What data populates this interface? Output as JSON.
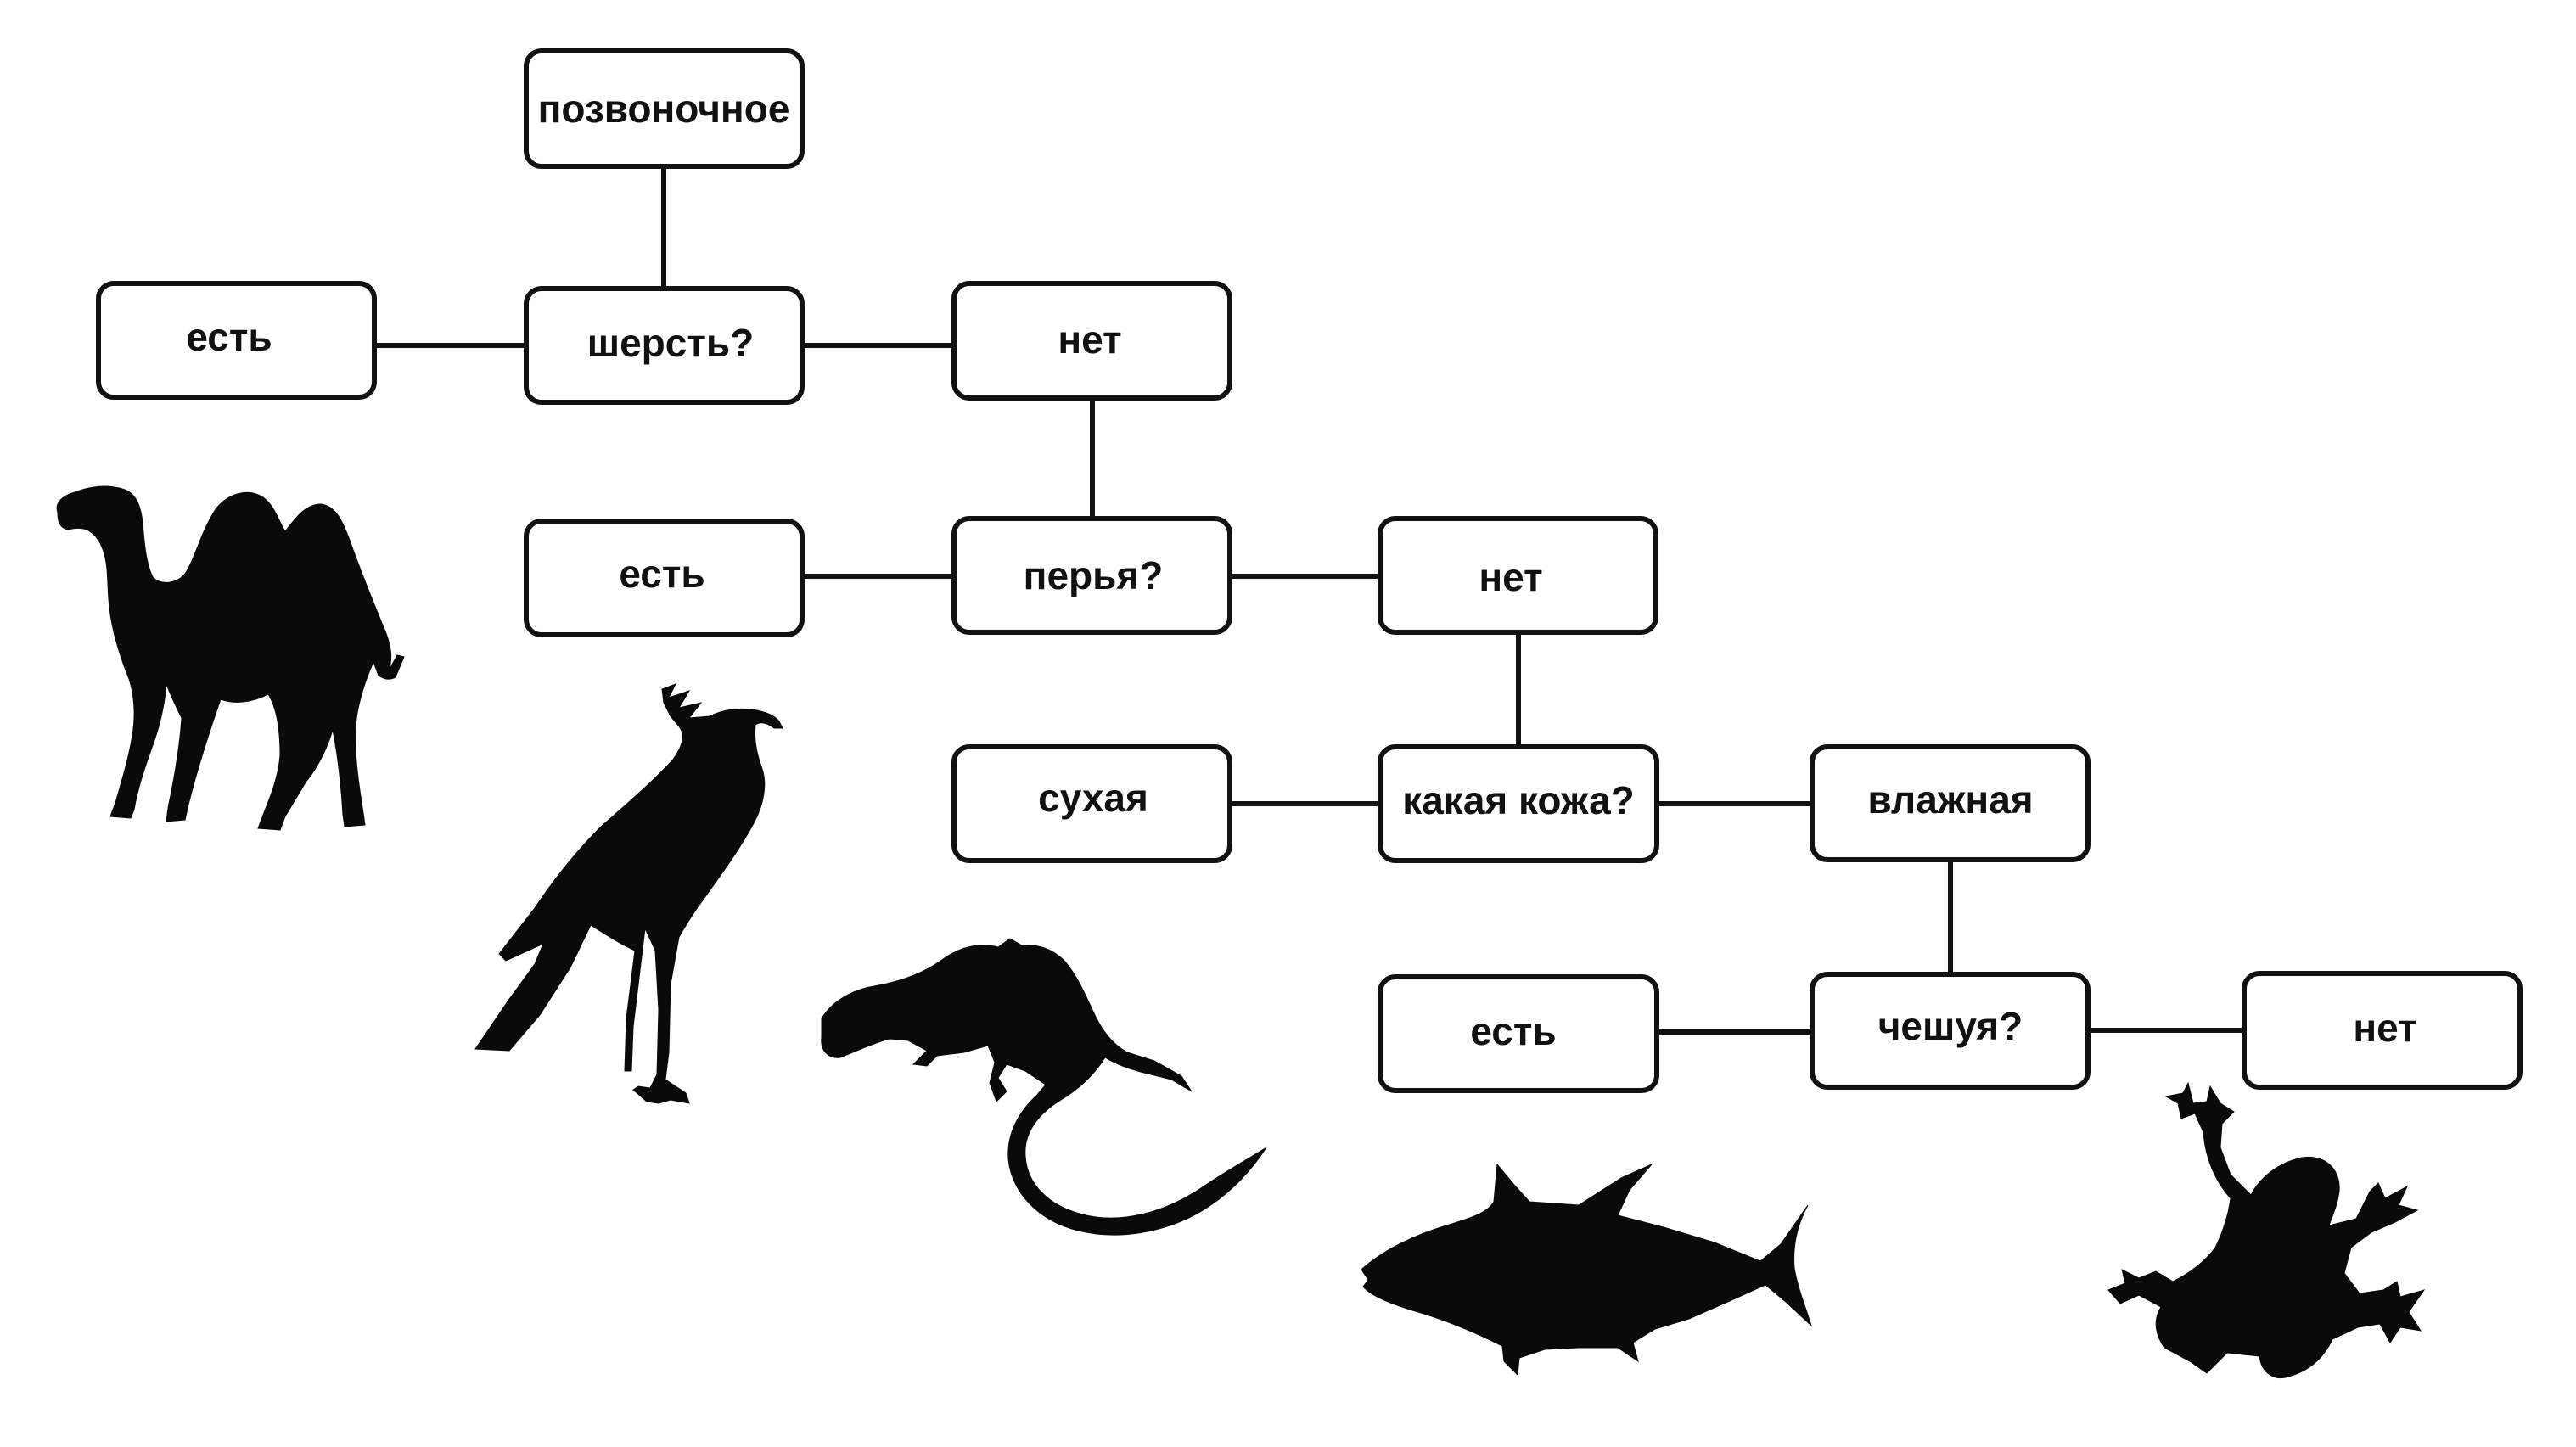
{
  "nodes": {
    "vertebrate": "позвоночное",
    "q_fur": "шерсть?",
    "fur_yes": "есть",
    "fur_no": "нет",
    "q_feathers": "перья?",
    "feathers_yes": "есть",
    "feathers_no": "нет",
    "q_skin": "какая кожа?",
    "skin_dry": "сухая",
    "skin_moist": "влажная",
    "q_scales": "чешуя?",
    "scales_yes": "есть",
    "scales_no": "нет"
  },
  "silhouettes": [
    "camel-icon",
    "bird-icon",
    "lizard-icon",
    "fish-icon",
    "frog-icon"
  ],
  "colors": {
    "line": "#111111",
    "box_fill": "#ffffff",
    "silhouette": "#0a0a0a"
  }
}
